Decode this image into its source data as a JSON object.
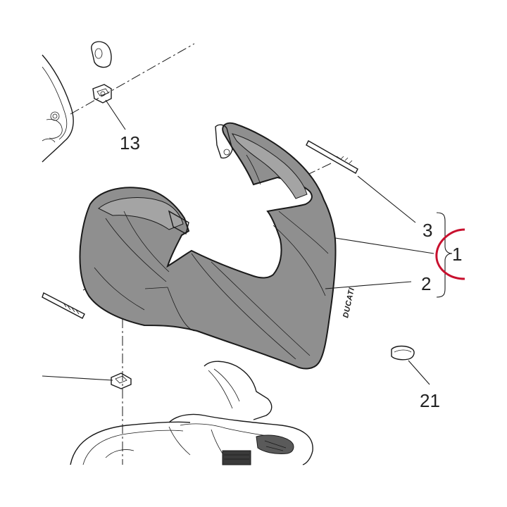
{
  "diagram": {
    "brand_label": "DUCATI",
    "callouts": [
      {
        "id": "13",
        "label": "13"
      },
      {
        "id": "3",
        "label": "3"
      },
      {
        "id": "1",
        "label": "1"
      },
      {
        "id": "2",
        "label": "2"
      },
      {
        "id": "21",
        "label": "21"
      }
    ],
    "colors": {
      "part_fill": "#8f8f8f",
      "part_fill_light": "#a8a8a8",
      "line": "#1a1a1a",
      "highlight_ring": "#c8102e"
    }
  }
}
